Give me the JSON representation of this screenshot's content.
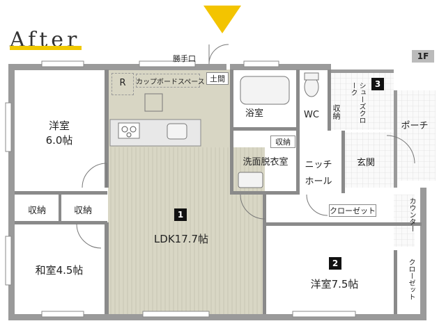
{
  "header": {
    "title": "After",
    "floor": "1F"
  },
  "entrance": {
    "service_door": "勝手口",
    "doma": "土間"
  },
  "rooms": {
    "western1": {
      "name": "洋室",
      "size": "6.0帖"
    },
    "storage_a": "収納",
    "storage_b": "収納",
    "japanese": "和室4.5帖",
    "refrigerator": "R",
    "cupboard": "カップボードスペース",
    "ldk": {
      "number": "1",
      "name": "LDK17.7帖"
    },
    "bath": "浴室",
    "wc": "WC",
    "wc_storage": "収納",
    "washroom_storage": "収納",
    "washroom": "洗面脱衣室",
    "niche": "ニッチ",
    "hall": "ホール",
    "shoe_cloak": {
      "number": "3",
      "label": "シューズクローク"
    },
    "entrance_hall": "玄関",
    "porch": "ポーチ",
    "closet1": "クローゼット",
    "counter": "カウンター",
    "western2": {
      "number": "2",
      "name": "洋室7.5帖"
    },
    "closet2": "クローゼット"
  },
  "colors": {
    "accent": "#f3c400",
    "wall": "#9a9a9a",
    "ldk_floor": "#d8d6c4",
    "line": "#6e6e6e"
  }
}
